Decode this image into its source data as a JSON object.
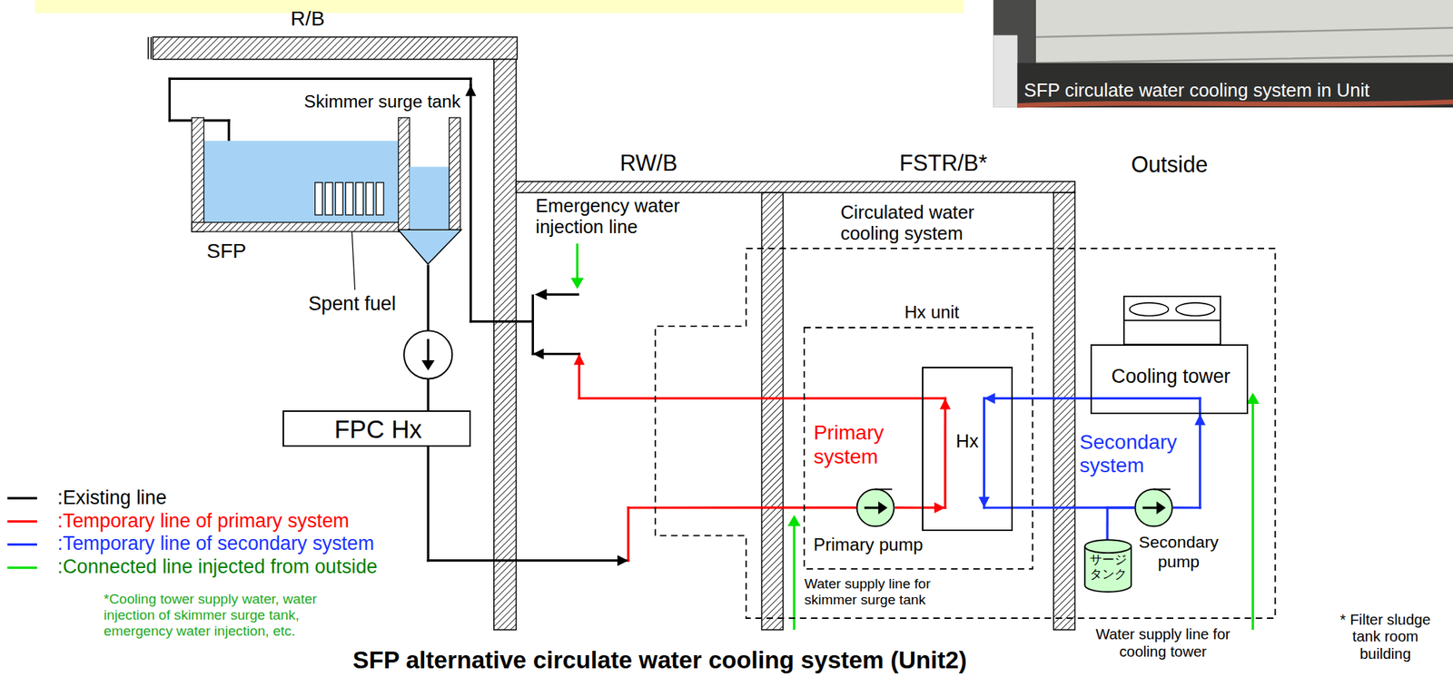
{
  "diagram": {
    "caption": "SFP alternative circulate water cooling system (Unit2)",
    "nodes": [
      {
        "text": [
          "SFP"
        ]
      },
      {
        "text": [
          "Skimmer surge tank"
        ]
      },
      {
        "text": [
          "FPC Hx"
        ]
      },
      {
        "text": [
          "Circulated water cooling system"
        ]
      },
      {
        "text": [
          "Hx unit"
        ],
        "in": 3
      },
      {
        "text": [
          "Primary pump"
        ],
        "in": 4
      },
      {
        "text": [
          "Hx"
        ],
        "in": 4
      },
      {
        "text": [
          "Cooling tower"
        ],
        "in": 3
      },
      {
        "text": [
          "Secondary pump"
        ],
        "in": 3
      },
      {
        "text": [
          "サージタンク"
        ],
        "in": 3
      }
    ],
    "edges": [
      {
        "from": 1,
        "to": 2,
        "arrow": "none"
      },
      {
        "from": 2,
        "to": 5,
        "arrow": "to"
      },
      {
        "from": 5,
        "to": 6,
        "arrow": "to"
      },
      {
        "from": 6,
        "to": 0,
        "arrow": "to"
      },
      {
        "from": 8,
        "to": 7,
        "arrow": "to"
      },
      {
        "from": 7,
        "to": 6,
        "arrow": "to"
      },
      {
        "from": 6,
        "to": 8,
        "arrow": "to"
      },
      {
        "from": 9,
        "to": 8,
        "arrow": "none"
      }
    ],
    "labels": [
      "R/B",
      "SFP circulate water cooling system in Unit",
      "RW/B",
      "FSTR/B*",
      "Outside",
      "Spent fuel",
      "Emergency water injection line",
      "Primary system",
      "Secondary system",
      "Water supply line for skimmer surge tank",
      "Water supply line for cooling tower",
      "*Cooling tower supply water, water injection of skimmer surge tank, emergency water injection, etc.",
      "* Filter sludge tank room building"
    ],
    "legend": [
      {
        "text": ":Existing line"
      },
      {
        "text": ":Temporary line of primary system"
      },
      {
        "text": ":Temporary line of secondary system"
      },
      {
        "text": ":Connected line injected from outside"
      }
    ]
  }
}
